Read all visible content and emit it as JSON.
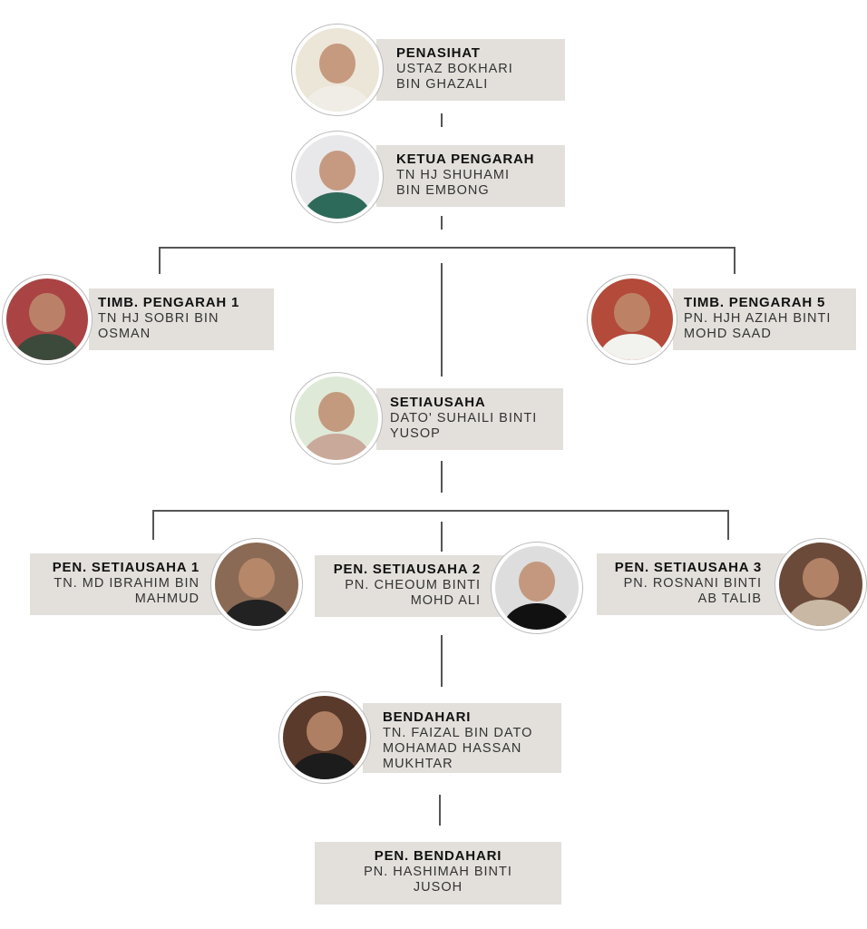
{
  "nodes": {
    "penasihat": {
      "title": "PENASIHAT",
      "name": [
        "USTAZ BOKHARI",
        "BIN GHAZALI"
      ]
    },
    "ketua": {
      "title": "KETUA PENGARAH",
      "name": [
        "TN HJ SHUHAMI",
        "BIN EMBONG"
      ]
    },
    "timb1": {
      "title": "TIMB. PENGARAH 1",
      "name": [
        "TN HJ SOBRI BIN",
        "OSMAN"
      ]
    },
    "timb5": {
      "title": "TIMB. PENGARAH 5",
      "name": [
        "PN. HJH AZIAH BINTI",
        "MOHD SAAD"
      ]
    },
    "setiausaha": {
      "title": "SETIAUSAHA",
      "name": [
        "DATO' SUHAILI BINTI",
        "YUSOP"
      ]
    },
    "pensetia1": {
      "title": "PEN. SETIAUSAHA 1",
      "name": [
        "TN. MD IBRAHIM BIN",
        "MAHMUD"
      ]
    },
    "pensetia2": {
      "title": "PEN. SETIAUSAHA 2",
      "name": [
        "PN. CHEOUM BINTI",
        "MOHD ALI"
      ]
    },
    "pensetia3": {
      "title": "PEN. SETIAUSAHA 3",
      "name": [
        "PN. ROSNANI BINTI",
        "AB TALIB"
      ]
    },
    "bendahari": {
      "title": "BENDAHARI",
      "name": [
        "TN. FAIZAL BIN DATO",
        "MOHAMAD HASSAN",
        "MUKHTAR"
      ]
    },
    "penbendahari": {
      "title": "PEN. BENDAHARI",
      "name": [
        "PN. HASHIMAH BINTI",
        "JUSOH"
      ]
    }
  },
  "colors": {
    "box": "#e3e0dc",
    "line": "#555555"
  }
}
